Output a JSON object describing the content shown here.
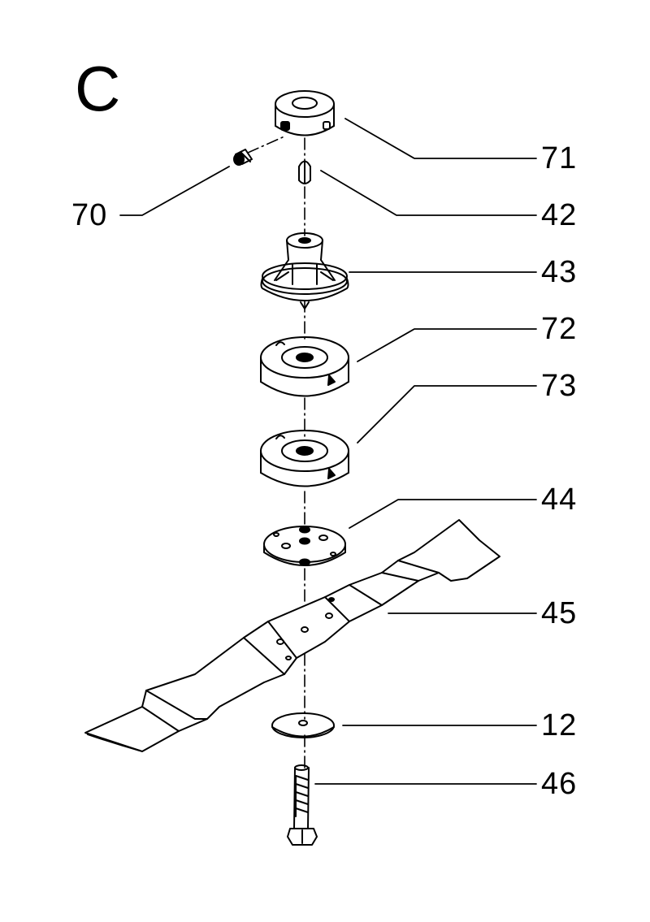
{
  "section_letter": "C",
  "callouts": {
    "c71": "71",
    "c70": "70",
    "c42": "42",
    "c43": "43",
    "c72": "72",
    "c73": "73",
    "c44": "44",
    "c45": "45",
    "c12": "12",
    "c46": "46"
  },
  "colors": {
    "ink": "#000000",
    "paper": "#ffffff"
  }
}
